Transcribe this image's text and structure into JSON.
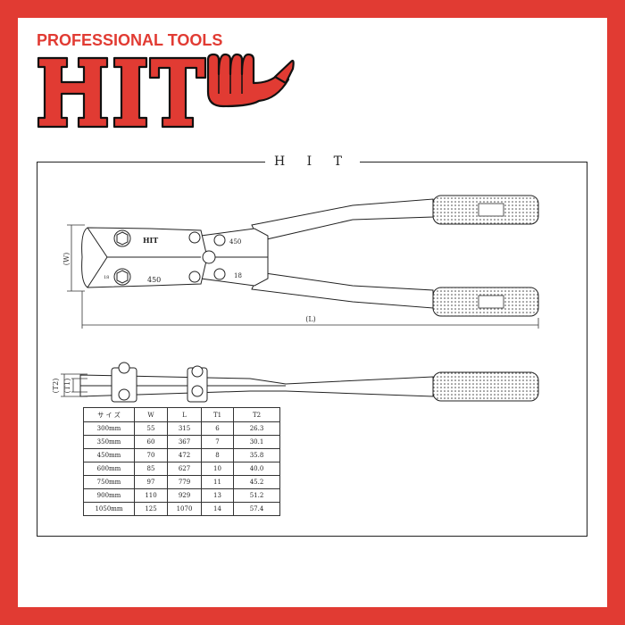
{
  "brand": {
    "tagline": "PROFESSIONAL TOOLS",
    "logo_text": "HIT",
    "color": "#e13b33"
  },
  "drawing": {
    "title": "H I T",
    "dimension_labels": {
      "width": "(W)",
      "length": "(L)",
      "t1": "(T1)",
      "t2": "(T2)"
    },
    "tool_markings": {
      "jaw_brand": "HIT",
      "size_top": "450",
      "size_bottom": "450",
      "lever_top": "450",
      "lever_bottom": "18",
      "jaw_small": "18"
    }
  },
  "spec_table": {
    "headers": [
      "サ イ ズ",
      "W",
      "L",
      "T1",
      "T2"
    ],
    "rows": [
      [
        "300mm",
        "55",
        "315",
        "6",
        "26.3"
      ],
      [
        "350mm",
        "60",
        "367",
        "7",
        "30.1"
      ],
      [
        "450mm",
        "70",
        "472",
        "8",
        "35.8"
      ],
      [
        "600mm",
        "85",
        "627",
        "10",
        "40.0"
      ],
      [
        "750mm",
        "97",
        "779",
        "11",
        "45.2"
      ],
      [
        "900mm",
        "110",
        "929",
        "13",
        "51.2"
      ],
      [
        "1050mm",
        "125",
        "1070",
        "14",
        "57.4"
      ]
    ]
  }
}
